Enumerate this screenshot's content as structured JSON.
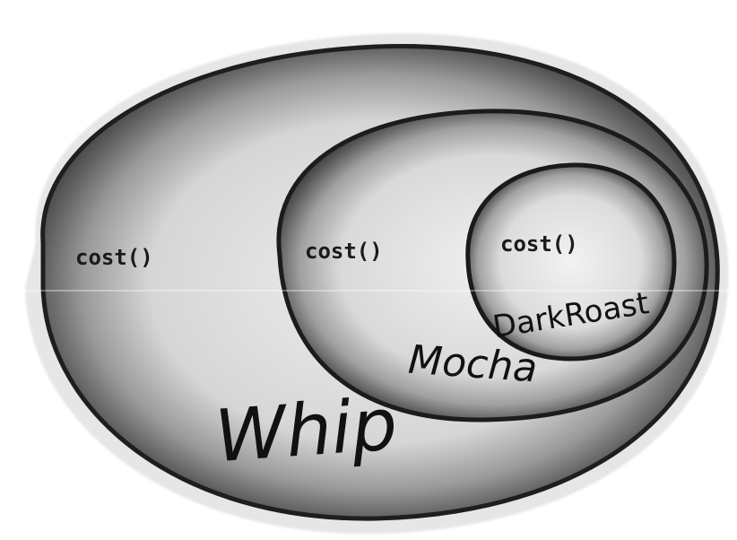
{
  "diagram": {
    "layers": [
      {
        "name": "Whip",
        "method": "cost()"
      },
      {
        "name": "Mocha",
        "method": "cost()"
      },
      {
        "name": "DarkRoast",
        "method": "cost()"
      }
    ]
  }
}
